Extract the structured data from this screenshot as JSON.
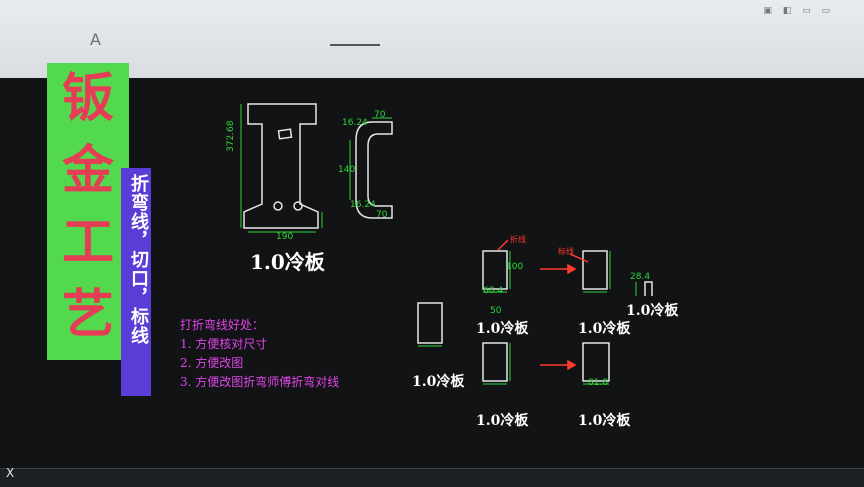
{
  "toolbar": {
    "text_tool_label": "A",
    "window_controls": "▣ ◧ ▭ ▭"
  },
  "banner": {
    "main_chars": [
      "钣",
      "金",
      "工",
      "艺"
    ],
    "sub_text": "折弯线，切口，标线"
  },
  "notes": {
    "title": "打折弯线好处：",
    "items": [
      "1. 方便核对尺寸",
      "2. 方便改图",
      "3. 方便改图折弯师傅折弯对线"
    ]
  },
  "drawing": {
    "main_label": "1.0冷板",
    "main_dims": {
      "height": "372.68",
      "width": "190",
      "flange_a": "16.24",
      "flange_b": "70",
      "side": "140",
      "flange_c": "16.24",
      "flange_d": "70"
    },
    "part_labels": [
      "1.0冷板",
      "1.0冷板",
      "1.0冷板",
      "1.0冷板",
      "1.0冷板",
      "1.0冷板"
    ],
    "small_dims": {
      "w1": "68.4",
      "h1": "100",
      "b1": "50",
      "w2": "81.8",
      "side": "28.4"
    },
    "annotation_red": "折线",
    "annotation_red2": "标线"
  },
  "statusbar": {
    "ucs_label": "X"
  },
  "colors": {
    "cad_line": "#e6e6e6",
    "dim_green": "#2fd63a",
    "accent_red": "#ff3b2a",
    "notes_magenta": "#e145e9",
    "banner_green": "#52d94d",
    "banner_purple": "#5a3cd6"
  }
}
